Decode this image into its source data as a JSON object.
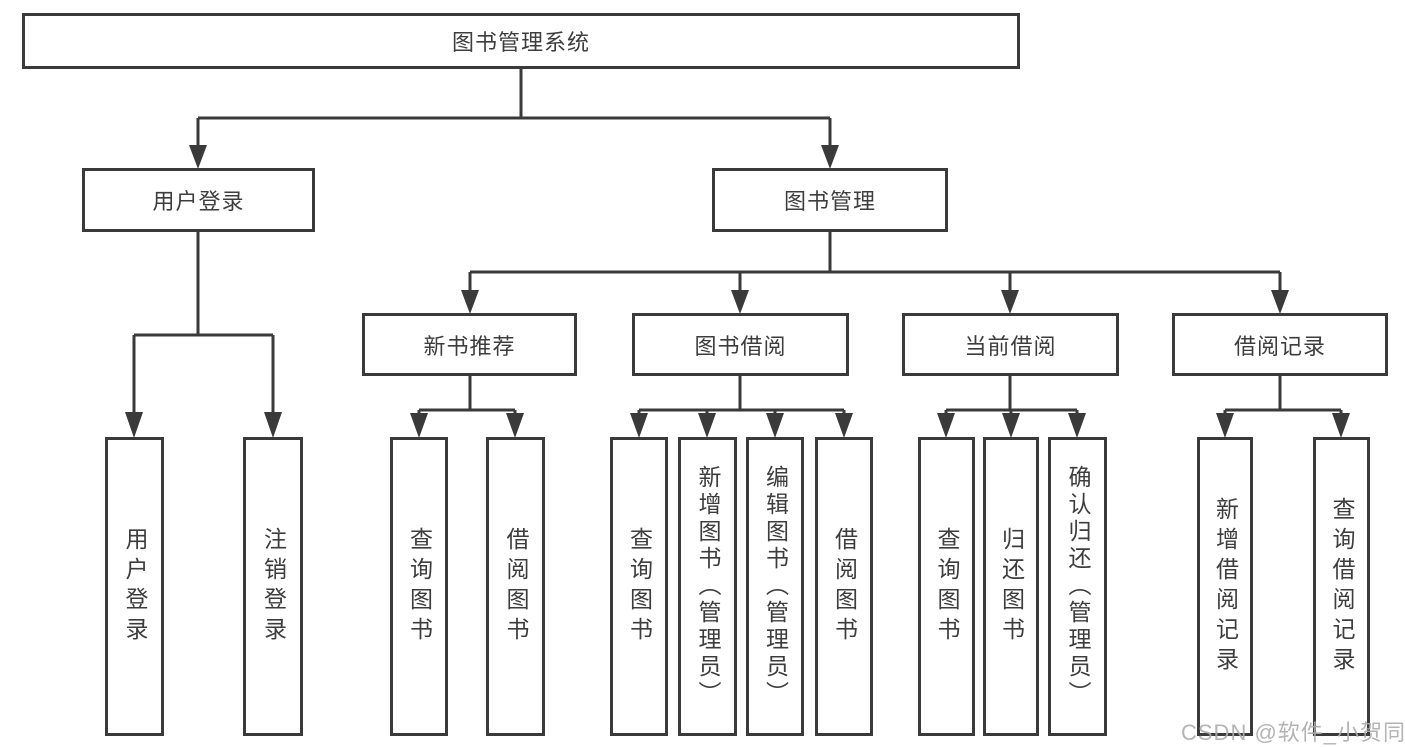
{
  "tree": {
    "label": "图书管理系统",
    "children": [
      {
        "label": "用户登录",
        "children": [
          {
            "label": "用户登录"
          },
          {
            "label": "注销登录"
          }
        ]
      },
      {
        "label": "图书管理",
        "children": [
          {
            "label": "新书推荐",
            "children": [
              {
                "label": "查询图书"
              },
              {
                "label": "借阅图书"
              }
            ]
          },
          {
            "label": "图书借阅",
            "children": [
              {
                "label": "查询图书"
              },
              {
                "label": "新增图书（管理员）"
              },
              {
                "label": "编辑图书（管理员）"
              },
              {
                "label": "借阅图书"
              }
            ]
          },
          {
            "label": "当前借阅",
            "children": [
              {
                "label": "查询图书"
              },
              {
                "label": "归还图书"
              },
              {
                "label": "确认归还（管理员）"
              }
            ]
          },
          {
            "label": "借阅记录",
            "children": [
              {
                "label": "新增借阅记录"
              },
              {
                "label": "查询借阅记录"
              }
            ]
          }
        ]
      }
    ]
  },
  "watermark": {
    "text": "CSDN @软件_小贺同学"
  },
  "colors": {
    "line": "#3a3a3a",
    "text": "#3d3d3d",
    "watermark": "#aeacac"
  }
}
